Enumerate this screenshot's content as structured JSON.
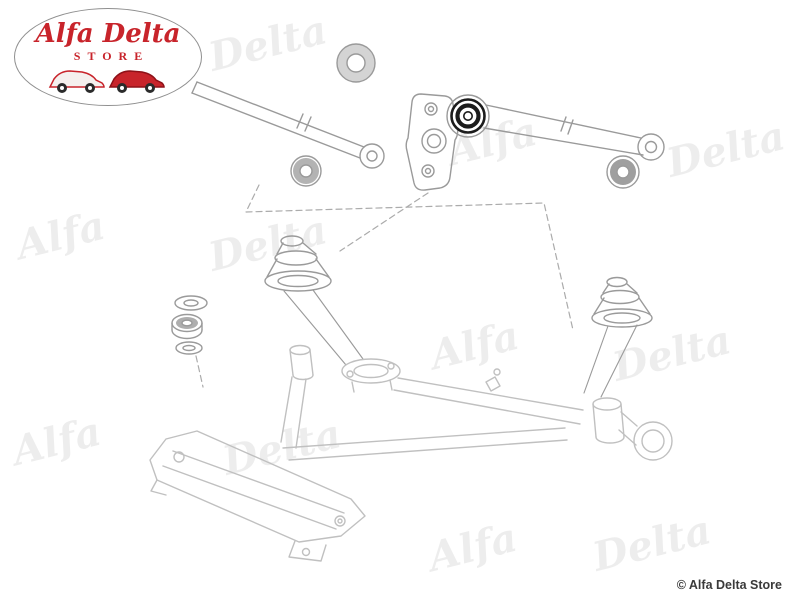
{
  "logo": {
    "name": "Alfa Delta",
    "subtitle": "STORE"
  },
  "watermark": {
    "words": [
      "Alfa",
      "Delta"
    ]
  },
  "footer": {
    "copyright": "© Alfa Delta Store"
  },
  "colors": {
    "brand_red": "#c8242b",
    "diagram_line": "#9a9a9a",
    "diagram_light": "#c0c0c0",
    "highlight_part": "#1c1c1c",
    "watermark": "rgba(0,0,0,0.07)",
    "background": "#ffffff"
  },
  "diagram": {
    "part_icons": [
      "trailing-rod-left",
      "bushing-top",
      "bushing-left",
      "mount-bracket",
      "highlighted-bushing",
      "arm-right",
      "bushing-right",
      "rubber-mount-left",
      "rubber-mount-right",
      "washer-stack",
      "control-arm-assembly",
      "crossmember-bracket"
    ]
  }
}
